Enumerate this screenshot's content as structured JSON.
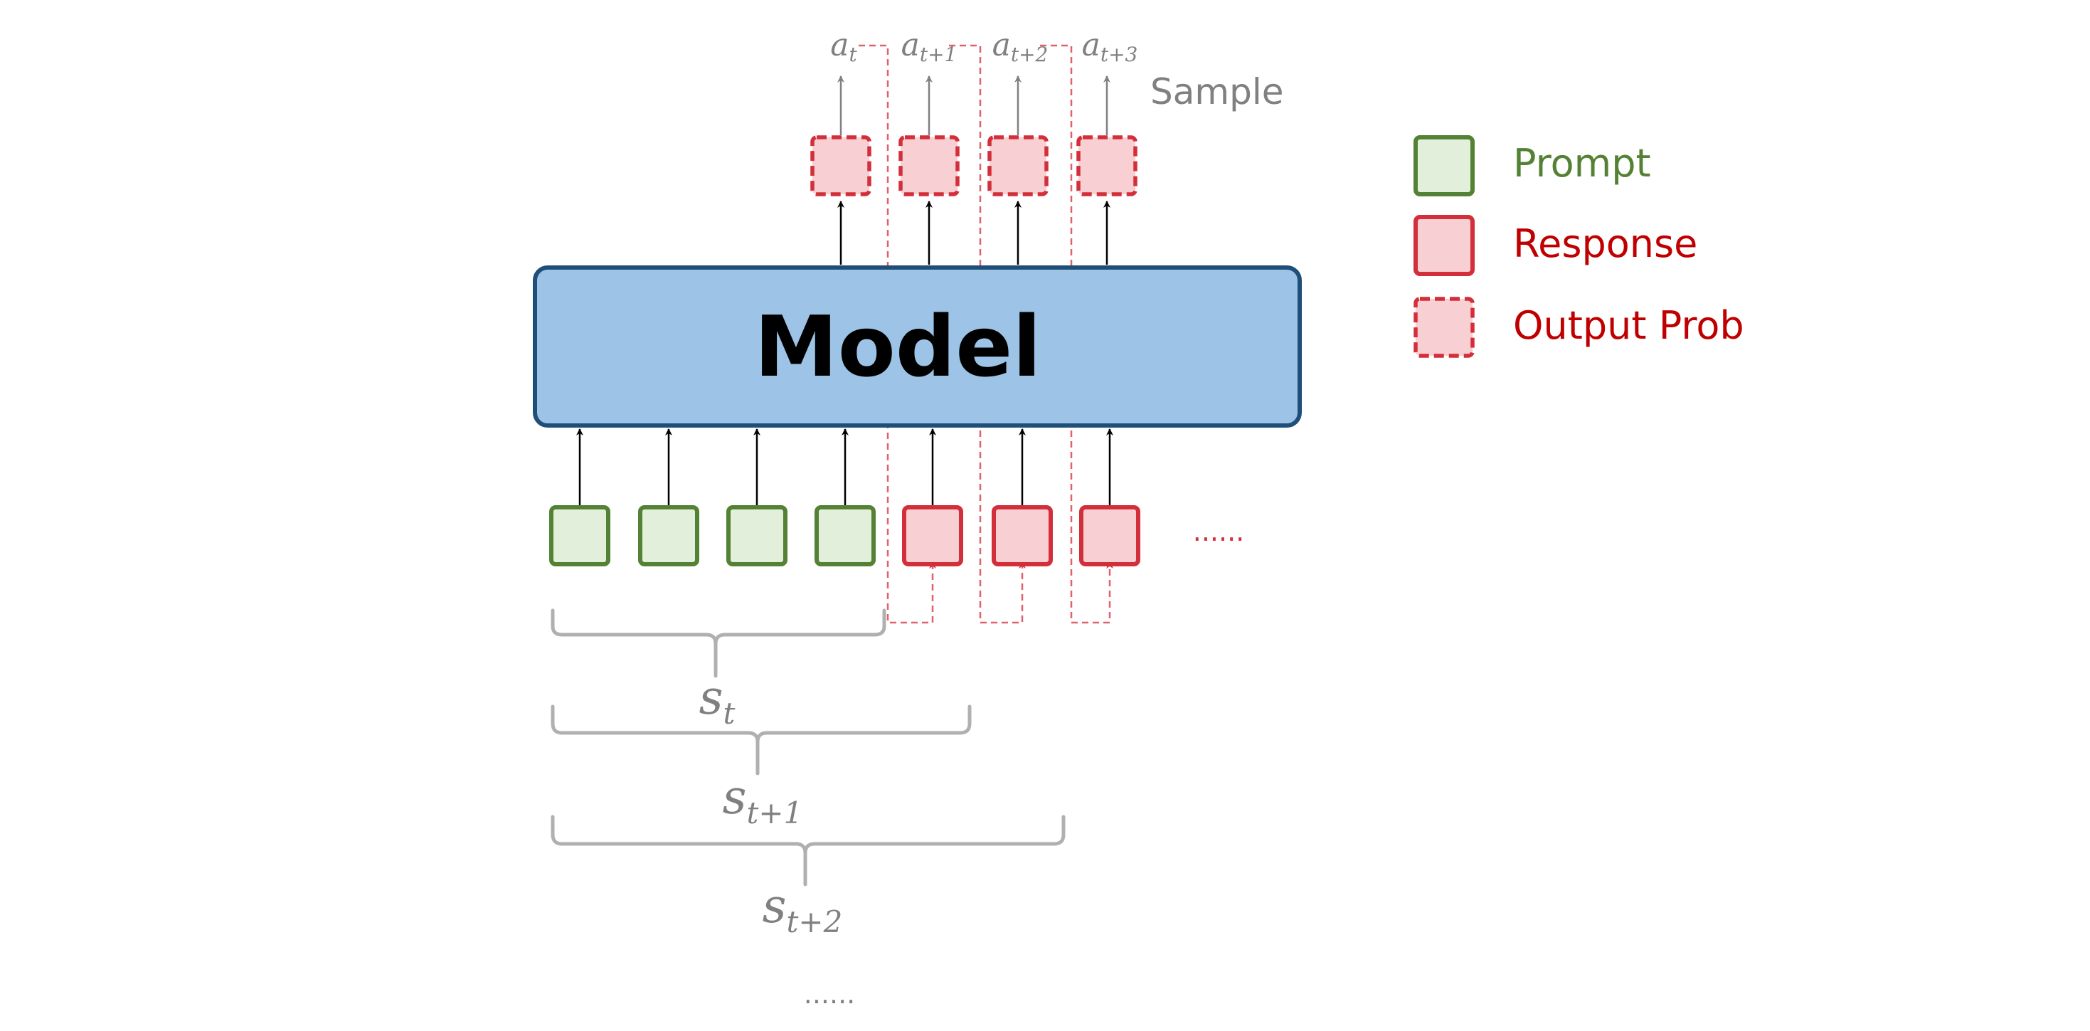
{
  "model": {
    "label": "Model"
  },
  "sample_label": "Sample",
  "actions": [
    {
      "base": "a",
      "sub": "t"
    },
    {
      "base": "a",
      "sub": "t+1"
    },
    {
      "base": "a",
      "sub": "t+2"
    },
    {
      "base": "a",
      "sub": "t+3"
    }
  ],
  "states": [
    {
      "base": "s",
      "sub": "t"
    },
    {
      "base": "s",
      "sub": "t+1"
    },
    {
      "base": "s",
      "sub": "t+2"
    }
  ],
  "input_tokens": [
    {
      "kind": "prompt"
    },
    {
      "kind": "prompt"
    },
    {
      "kind": "prompt"
    },
    {
      "kind": "prompt"
    },
    {
      "kind": "response"
    },
    {
      "kind": "response"
    },
    {
      "kind": "response"
    }
  ],
  "ellipsis_right": "......",
  "ellipsis_bottom": "......",
  "legend": [
    {
      "label": "Prompt",
      "style": "prompt"
    },
    {
      "label": "Response",
      "style": "response"
    },
    {
      "label": "Output Prob",
      "style": "output"
    }
  ],
  "colors": {
    "prompt_fill": "#e2efda",
    "prompt_stroke": "#548235",
    "prompt_text": "#548235",
    "response_fill": "#f8cfd3",
    "response_stroke": "#d32f3a",
    "response_text": "#c00000",
    "model_fill": "#9dc3e6",
    "model_stroke": "#1f4e79",
    "gray": "#808080"
  }
}
